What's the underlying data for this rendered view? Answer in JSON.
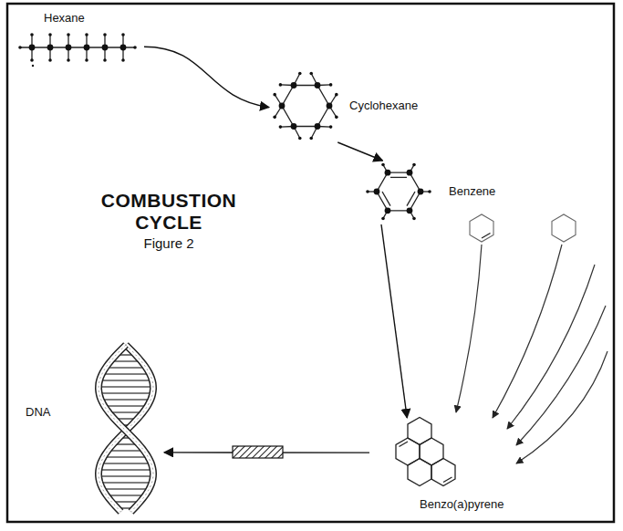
{
  "diagram": {
    "title": "COMBUSTION CYCLE",
    "nodes": [
      {
        "text": [
          "Hexane"
        ]
      },
      {
        "text": [
          "Cyclohexane"
        ]
      },
      {
        "text": [
          "Benzene"
        ]
      },
      {
        "text": [
          "Benzo(a)pyrene"
        ]
      },
      {
        "text": [
          "DNA"
        ]
      }
    ],
    "edges": [
      {
        "from": 0,
        "to": 1,
        "arrow": "to"
      },
      {
        "from": 1,
        "to": 2,
        "arrow": "to"
      },
      {
        "from": 2,
        "to": 3,
        "arrow": "to"
      },
      {
        "from": 3,
        "to": 4,
        "arrow": "to"
      }
    ],
    "labels": [
      "Figure 2"
    ]
  }
}
